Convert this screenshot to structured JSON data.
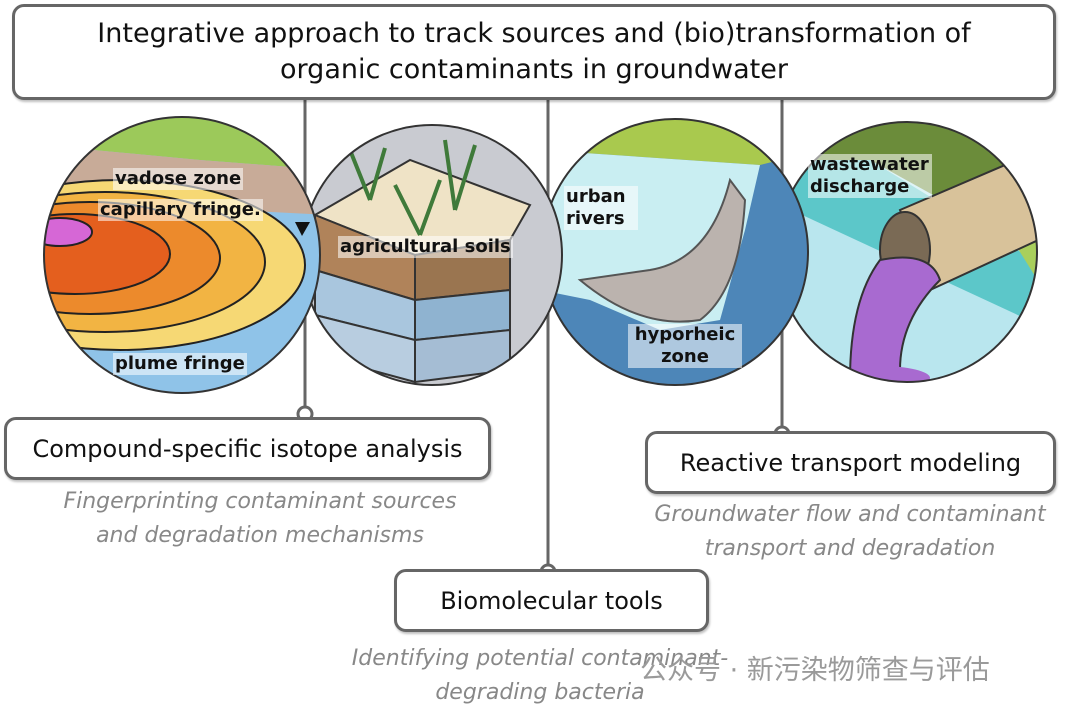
{
  "title": "Integrative approach to track sources and (bio)transformation of organic contaminants in groundwater",
  "illustrations": {
    "plume": {
      "labels": [
        "vadose zone",
        "capillary fringe.",
        "plume fringe"
      ]
    },
    "soils": {
      "labels": [
        "agricultural soils"
      ]
    },
    "rivers": {
      "labels": [
        "urban rivers",
        "hyporheic zone"
      ]
    },
    "wastewater": {
      "labels": [
        "wastewater discharge"
      ]
    }
  },
  "methods": [
    {
      "label": "Compound-specific  isotope analysis",
      "description": "Fingerprinting contaminant sources and degradation mechanisms"
    },
    {
      "label": "Reactive transport modeling",
      "description": "Groundwater flow and contaminant transport and degradation"
    },
    {
      "label": "Biomolecular tools",
      "description": "Identifying potential contaminant-degrading bacteria"
    }
  ],
  "watermark": "公众号 · 新污染物筛查与评估",
  "colors": {
    "border": "#666666",
    "subtext": "#888888",
    "water": "#8fc3e8",
    "plume": "#f08a2a",
    "grass": "#9cc95a"
  }
}
